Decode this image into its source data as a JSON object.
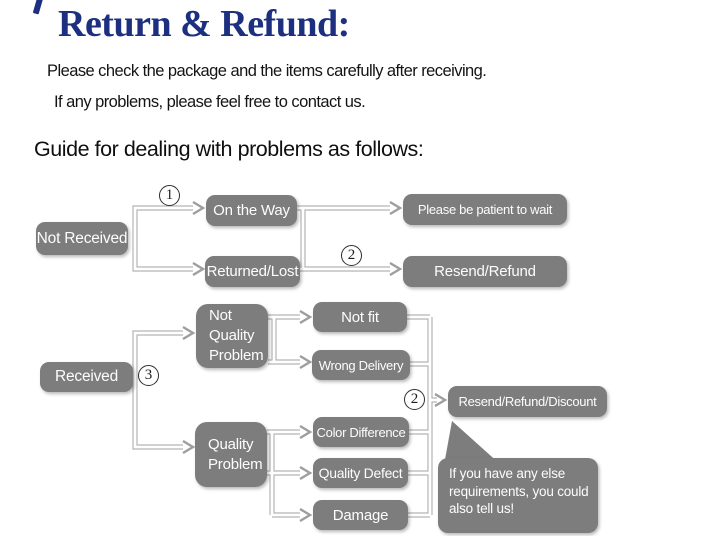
{
  "header": {
    "title": "Return & Refund:",
    "subtitle_line1": "Please check the package and the items carefully after receiving.",
    "subtitle_line2": "If any problems, please feel free to contact us.",
    "guide_heading": "Guide for dealing with problems as follows:"
  },
  "colors": {
    "title_navy": "#1d3080",
    "node_gray": "#7d7d7d",
    "connector_gray": "#b5b5b5",
    "node_text": "#ffffff",
    "body_text": "#141414"
  },
  "flowchart": {
    "nodes": {
      "not_received": "Not Received",
      "on_the_way": "On the Way",
      "returned_lost": "Returned/Lost",
      "please_wait": "Please be patient to wait",
      "resend_refund": "Resend/Refund",
      "received": "Received",
      "not_quality_problem": "Not Quality Problem",
      "not_fit": "Not fit",
      "wrong_delivery": "Wrong Delivery",
      "quality_problem": "Quality Problem",
      "color_difference": "Color Difference",
      "quality_defect": "Quality Defect",
      "damage": "Damage",
      "resend_refund_discount": "Resend/Refund/Discount"
    },
    "markers": {
      "step1": "1",
      "step2_top": "2",
      "step3": "3",
      "step2_bottom": "2"
    },
    "bubble": {
      "line1": "If you have any else",
      "line2": "requirements, you could",
      "line3": "also tell us!"
    }
  }
}
